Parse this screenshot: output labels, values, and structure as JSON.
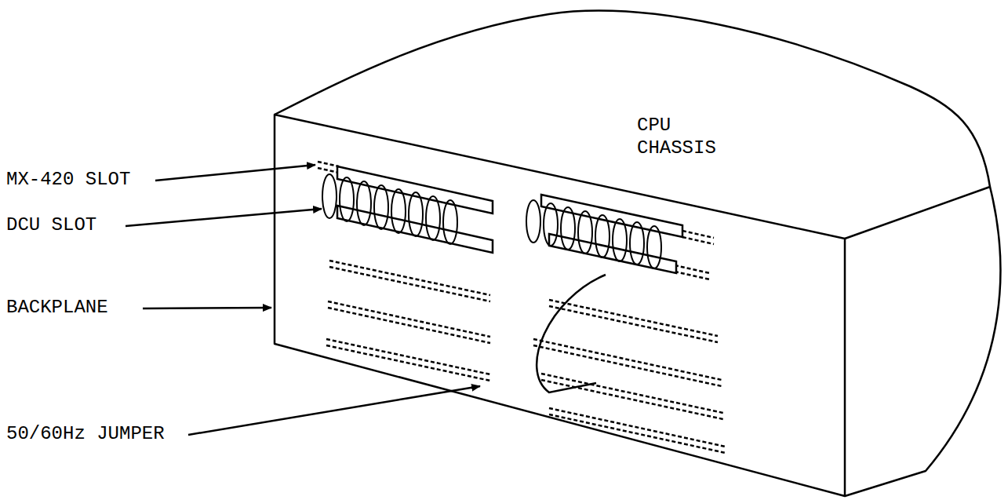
{
  "diagram": {
    "labels": [
      "MX-420 SLOT",
      "DCU SLOT",
      "BACKPLANE",
      "50/60Hz JUMPER",
      "CPU CHASSIS"
    ]
  }
}
